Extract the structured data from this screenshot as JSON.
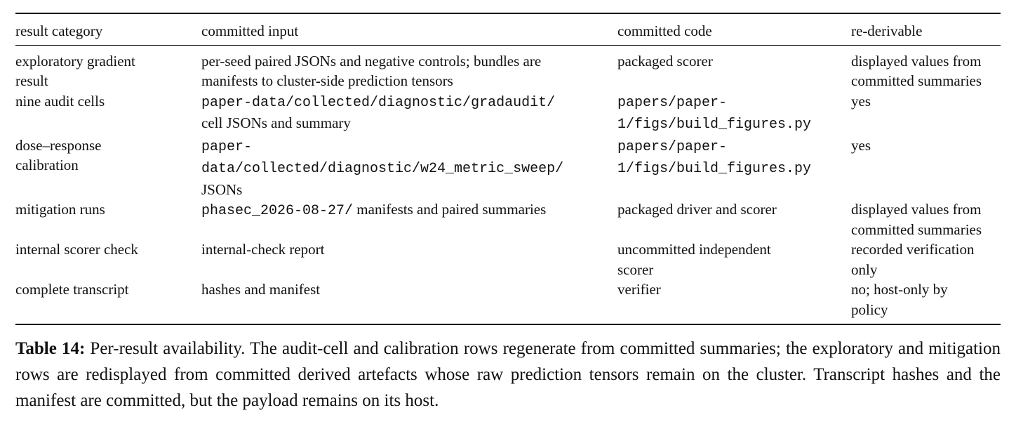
{
  "table": {
    "headers": [
      "result category",
      "committed input",
      "committed code",
      "re-derivable"
    ],
    "rows": [
      {
        "category": [
          "exploratory gradient",
          "result"
        ],
        "input": [
          {
            "t": "per-seed paired JSONs and negative controls; bundles are"
          },
          {
            "t": "manifests to cluster-side prediction tensors"
          }
        ],
        "code": [
          {
            "t": "packaged scorer"
          }
        ],
        "derivable": [
          "displayed values from",
          "committed summaries"
        ]
      },
      {
        "category": [
          "nine audit cells"
        ],
        "input": [
          {
            "t": "paper-data/collected/diagnostic/gradaudit/",
            "mono": true
          },
          {
            "t": "cell JSONs and summary"
          }
        ],
        "code": [
          {
            "t": "papers/paper-",
            "mono": true
          },
          {
            "t": "1/figs/build_figures.py",
            "mono": true
          }
        ],
        "derivable": [
          "yes"
        ]
      },
      {
        "category": [
          "dose–response",
          "calibration"
        ],
        "input": [
          {
            "t": "paper-",
            "mono": true
          },
          {
            "t": "data/collected/diagnostic/w24_metric_sweep/",
            "mono": true
          },
          {
            "t": "JSONs"
          }
        ],
        "code": [
          {
            "t": "papers/paper-",
            "mono": true
          },
          {
            "t": "1/figs/build_figures.py",
            "mono": true
          }
        ],
        "derivable": [
          "yes"
        ]
      },
      {
        "category": [
          "mitigation runs"
        ],
        "input": [
          {
            "t": "phasec_2026-08-27/",
            "mono": true,
            "suffix": " manifests and paired summaries"
          }
        ],
        "code": [
          {
            "t": "packaged driver and scorer"
          }
        ],
        "derivable": [
          "displayed values from",
          "committed summaries"
        ]
      },
      {
        "category": [
          "internal scorer check"
        ],
        "input": [
          {
            "t": "internal-check report"
          }
        ],
        "code": [
          {
            "t": "uncommitted independent"
          },
          {
            "t": "scorer"
          }
        ],
        "derivable": [
          "recorded verification",
          "only"
        ]
      },
      {
        "category": [
          "complete transcript"
        ],
        "input": [
          {
            "t": "hashes and manifest"
          }
        ],
        "code": [
          {
            "t": "verifier"
          }
        ],
        "derivable": [
          "no; host-only by",
          "policy"
        ]
      }
    ]
  },
  "caption": {
    "label": "Table 14:",
    "text": " Per-result availability.  The audit-cell and calibration rows regenerate from committed summaries; the exploratory and mitigation rows are redisplayed from committed derived artefacts whose raw prediction tensors remain on the cluster. Transcript hashes and the manifest are committed, but the payload remains on its host."
  }
}
